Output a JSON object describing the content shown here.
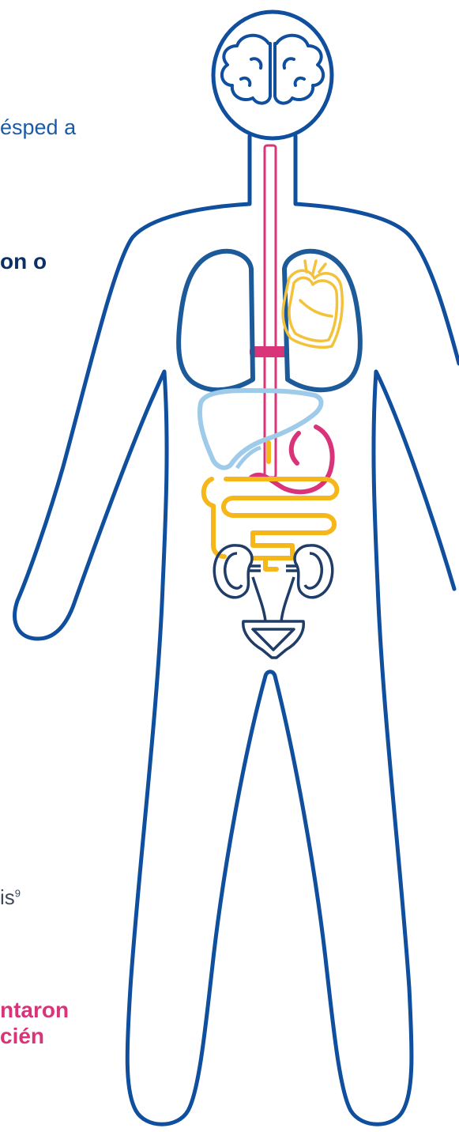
{
  "text_fragments": {
    "line1": "ésped a",
    "line2": "on o",
    "line3_main": "is",
    "line3_sup": "9",
    "line4": "ntaron",
    "line5": "cién"
  },
  "icons": {
    "body": "human-body-outline-icon",
    "brain": "brain-icon",
    "spinal_cord": "spinal-cord-icon",
    "lungs": "lungs-icon",
    "heart": "heart-icon",
    "liver": "liver-icon",
    "stomach": "stomach-icon",
    "intestines": "intestines-icon",
    "kidneys": "kidneys-icon",
    "bladder": "bladder-icon"
  },
  "colors": {
    "body_outline": "#0f4f9e",
    "lungs": "#1d5a9a",
    "heart": "#f3c23a",
    "spinal_cord": "#d9337a",
    "liver": "#9fcbea",
    "stomach": "#d9337a",
    "intestines": "#f6b71b",
    "kidneys": "#1f3d66",
    "text_blue": "#1a5aa6",
    "text_navy": "#0c2f66",
    "text_pink": "#d9337a"
  }
}
